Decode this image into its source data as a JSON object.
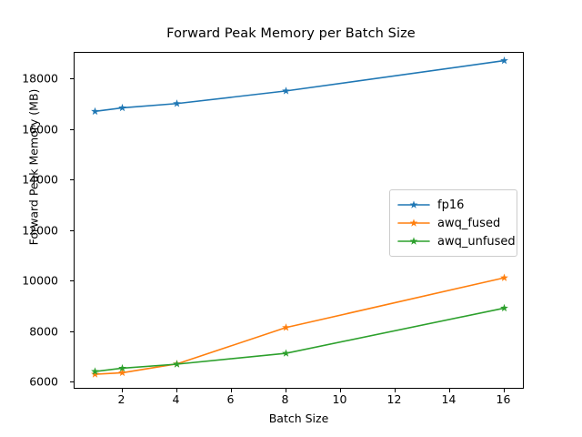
{
  "chart_data": {
    "type": "line",
    "title": "Forward Peak Memory per Batch Size",
    "xlabel": "Batch Size",
    "ylabel": "Forward Peak Memory (MB)",
    "x": [
      1,
      2,
      4,
      8,
      16
    ],
    "xlim": [
      0.25,
      16.75
    ],
    "ylim": [
      5720,
      19060
    ],
    "xticks": [
      2,
      4,
      6,
      8,
      10,
      12,
      14,
      16
    ],
    "xticklabels": [
      "2",
      "4",
      "6",
      "8",
      "10",
      "12",
      "14",
      "16"
    ],
    "yticks": [
      6000,
      8000,
      10000,
      12000,
      14000,
      16000,
      18000
    ],
    "yticklabels": [
      "6000",
      "8000",
      "10000",
      "12000",
      "14000",
      "16000",
      "18000"
    ],
    "grid": false,
    "marker": "star",
    "legend_position": "center right",
    "series": [
      {
        "name": "fp16",
        "color": "#1f77b4",
        "values": [
          16740,
          16880,
          17050,
          17550,
          18750
        ]
      },
      {
        "name": "awq_fused",
        "color": "#ff7f0e",
        "values": [
          6330,
          6390,
          6740,
          8180,
          10150
        ]
      },
      {
        "name": "awq_unfused",
        "color": "#2ca02c",
        "values": [
          6440,
          6570,
          6730,
          7160,
          8950
        ]
      }
    ]
  }
}
